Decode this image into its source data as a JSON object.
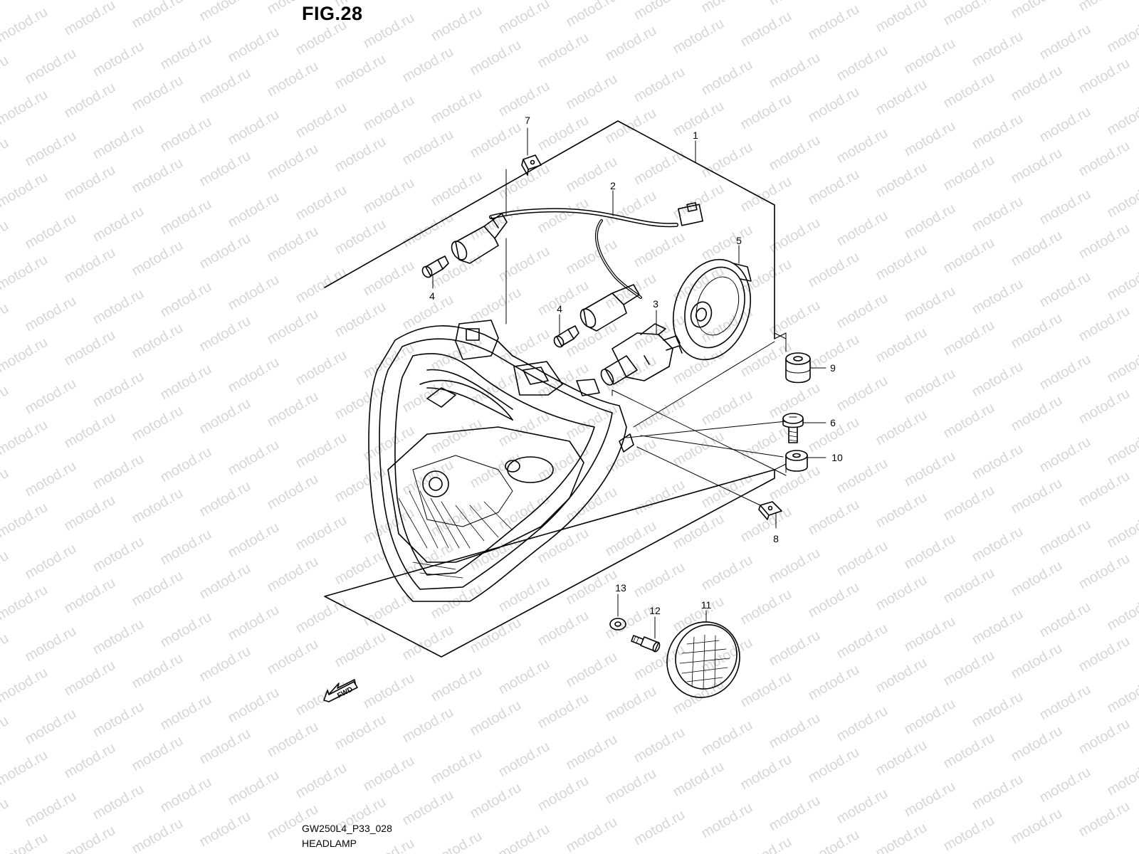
{
  "figure": {
    "title": "FIG.28",
    "code": "GW250L4_P33_028",
    "caption": "HEADLAMP"
  },
  "watermark": "motod.ru",
  "fwd_label": "FWD",
  "callouts": [
    "1",
    "2",
    "3",
    "4",
    "4",
    "5",
    "6",
    "7",
    "8",
    "9",
    "10",
    "11",
    "12",
    "13"
  ],
  "colors": {
    "line": "#000000",
    "watermark": "#d6d6d6",
    "background": "#ffffff"
  }
}
